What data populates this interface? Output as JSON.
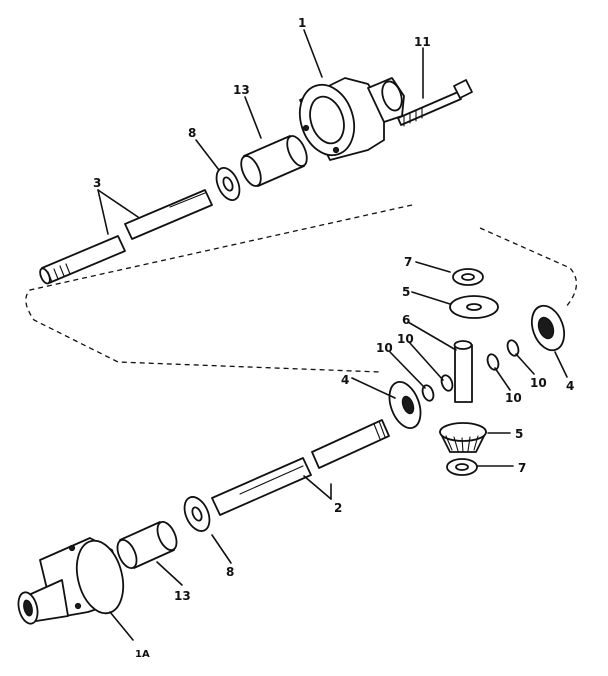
{
  "callouts": [
    {
      "id": "c-1",
      "text": "1"
    },
    {
      "id": "c-11",
      "text": "11"
    },
    {
      "id": "c-13-top",
      "text": "13"
    },
    {
      "id": "c-8-top",
      "text": "8"
    },
    {
      "id": "c-3",
      "text": "3"
    },
    {
      "id": "c-7-top",
      "text": "7"
    },
    {
      "id": "c-5-top",
      "text": "5"
    },
    {
      "id": "c-6",
      "text": "6"
    },
    {
      "id": "c-10-a",
      "text": "10"
    },
    {
      "id": "c-10-b",
      "text": "10"
    },
    {
      "id": "c-4-left",
      "text": "4"
    },
    {
      "id": "c-10-c",
      "text": "10"
    },
    {
      "id": "c-10-d",
      "text": "10"
    },
    {
      "id": "c-4-right",
      "text": "4"
    },
    {
      "id": "c-5-bottom",
      "text": "5"
    },
    {
      "id": "c-7-bottom",
      "text": "7"
    },
    {
      "id": "c-2",
      "text": "2"
    },
    {
      "id": "c-8-bottom",
      "text": "8"
    },
    {
      "id": "c-13-bottom",
      "text": "13"
    },
    {
      "id": "c-1a",
      "text": "1A"
    }
  ]
}
